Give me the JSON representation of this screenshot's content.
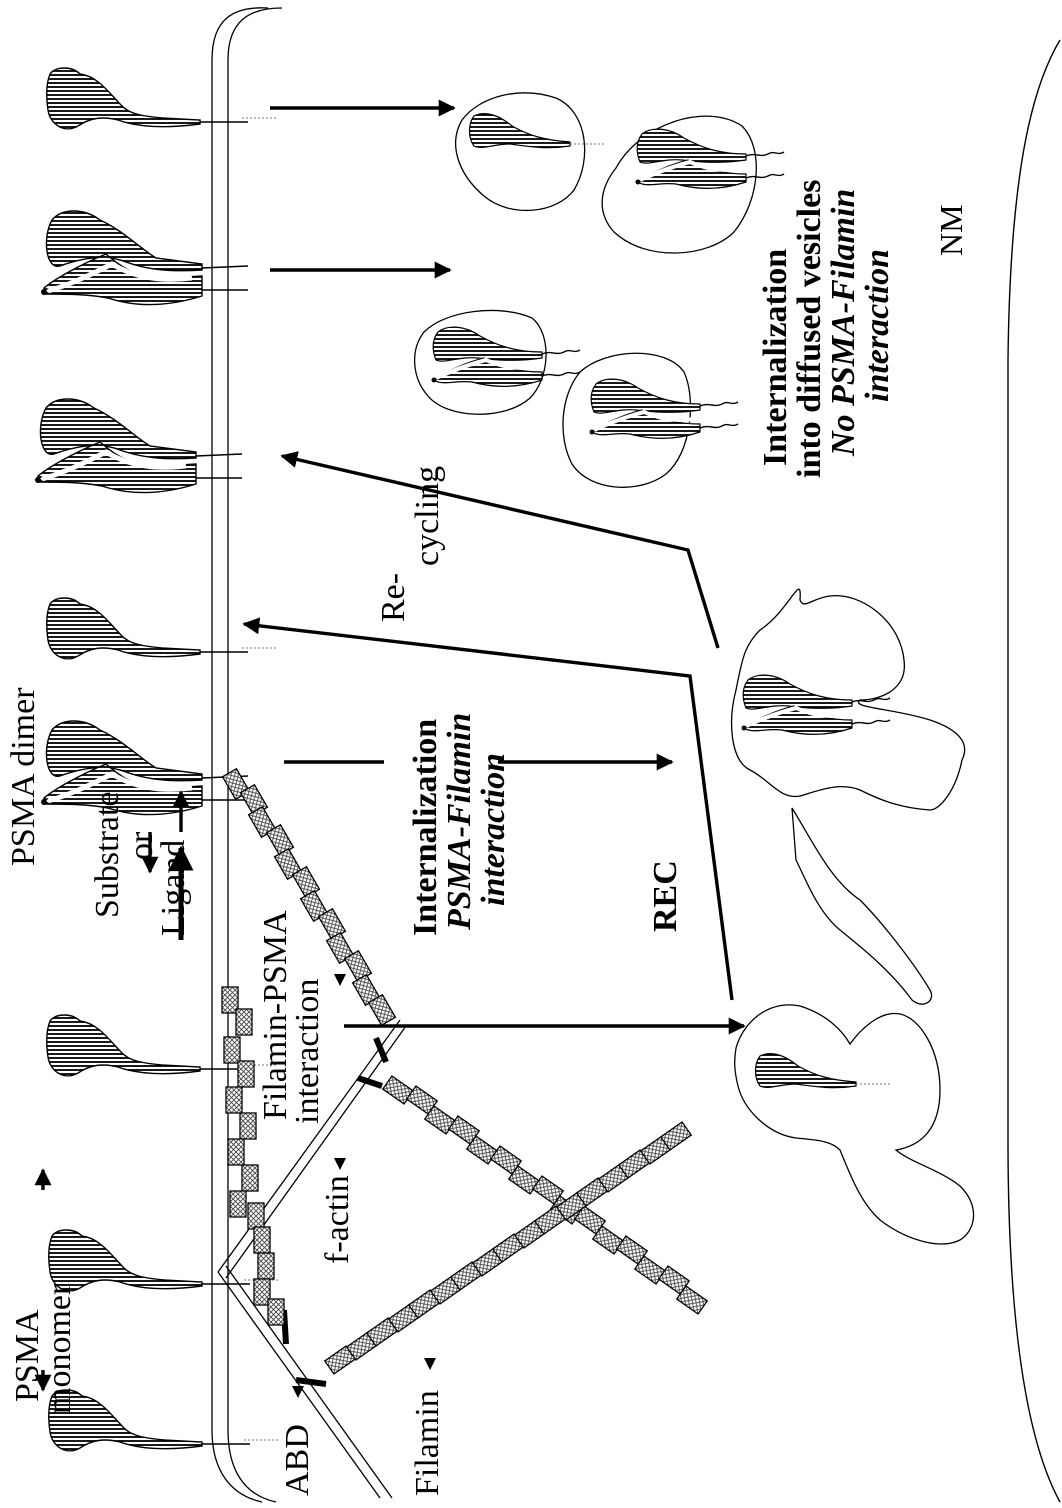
{
  "labels": {
    "psma_dimer": "PSMA dimer",
    "psma_monomer_1": "PSMA",
    "psma_monomer_2": "monomer",
    "substrate": "Substrate",
    "or": "or",
    "ligand": "Ligand",
    "filamin_psma_1": "Filamin-PSMA",
    "filamin_psma_2": "interaction",
    "f_actin": "f-actin",
    "abd": "ABD",
    "filamin": "Filamin",
    "internalization_1": "Internalization",
    "internalization_psma_filamin": "PSMA-Filamin",
    "internalization_interaction": "interaction",
    "rec": "REC",
    "recycling_1": "Re-",
    "recycling_2": "cycling",
    "diffused_1": "Internalization",
    "diffused_2": "into diffused vesicles",
    "diffused_3": "No PSMA-Filamin",
    "diffused_4": "interaction",
    "nm": "NM"
  }
}
